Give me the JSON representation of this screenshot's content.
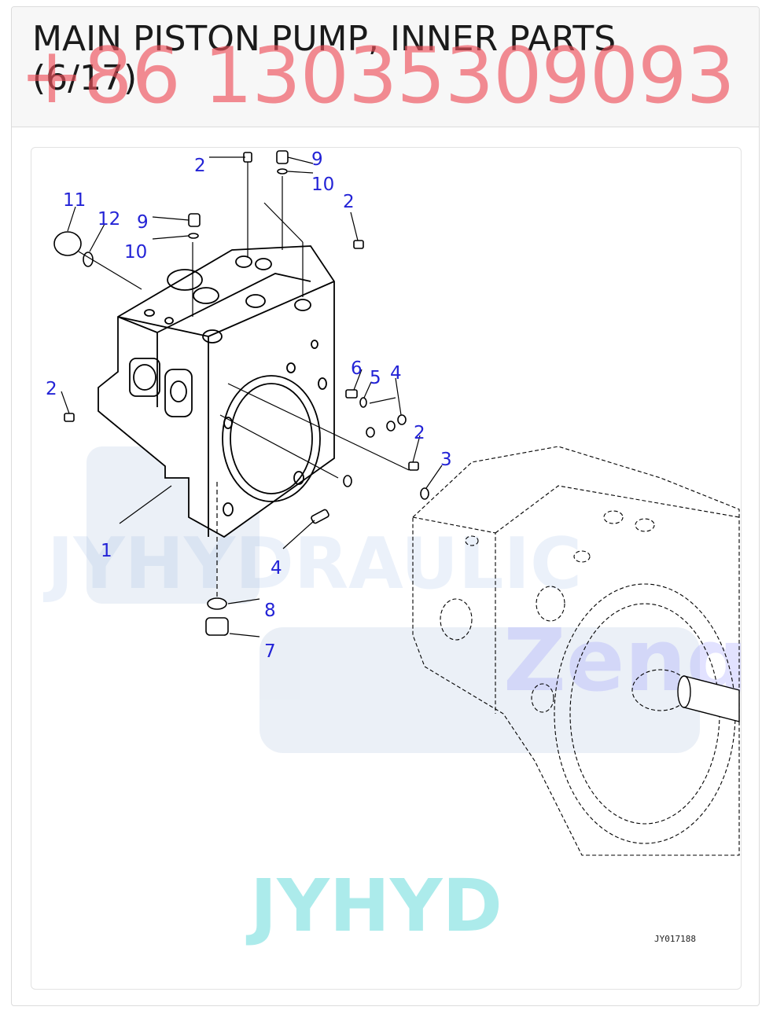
{
  "page": {
    "title": "MAIN PISTON PUMP, INNER PARTS (6/17)",
    "phone_watermark": "+86 13035309093"
  },
  "figure": {
    "callouts": [
      "2",
      "9",
      "10",
      "11",
      "12",
      "9",
      "10",
      "2",
      "6",
      "5",
      "4",
      "2",
      "2",
      "3",
      "1",
      "4",
      "8",
      "7"
    ],
    "watermark_brand": "JYHYD",
    "watermark_zeng": "Zeng",
    "drawing_code": "JY017188"
  }
}
